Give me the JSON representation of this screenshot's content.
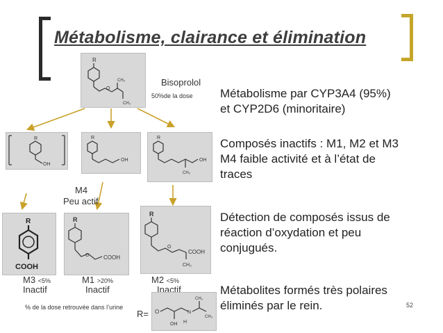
{
  "slide": {
    "title": "Métabolisme, clairance et élimination",
    "page_number": "52"
  },
  "molecules": {
    "bisoprolol": {
      "name": "Bisoprolol",
      "dose": "50%de la dose"
    },
    "m4": {
      "name": "M4",
      "activity": "Peu actif"
    },
    "m3": {
      "name": "M3",
      "pct": "<5%",
      "activity": "Inactif"
    },
    "m1": {
      "name": "M1",
      "pct": ">20%",
      "activity": "Inactif"
    },
    "m2": {
      "name": "M2",
      "pct": "<5%",
      "activity": "Inactif"
    },
    "r_group": {
      "label": "R="
    }
  },
  "footnote": "% de la dose retrouvée dans l’urine",
  "text_blocks": [
    {
      "lines": [
        "Métabolisme par CYP3A4 (95%)",
        "et CYP2D6 (minoritaire)"
      ]
    },
    {
      "lines": [
        "Composés inactifs : M1, M2 et M3",
        "M4 faible activité et à l’état de",
        "traces"
      ]
    },
    {
      "lines": [
        "Détection de composés issus de",
        "réaction d’oxydation et peu",
        "conjugués."
      ]
    },
    {
      "lines": [
        "Métabolites formés très polaires",
        "éliminés par le rein."
      ]
    }
  ],
  "colors": {
    "arrow": "#c9a12a",
    "bracket_left": "#2a2a2a",
    "bracket_right": "#c5a52a",
    "panel": "#d8d8d8"
  }
}
